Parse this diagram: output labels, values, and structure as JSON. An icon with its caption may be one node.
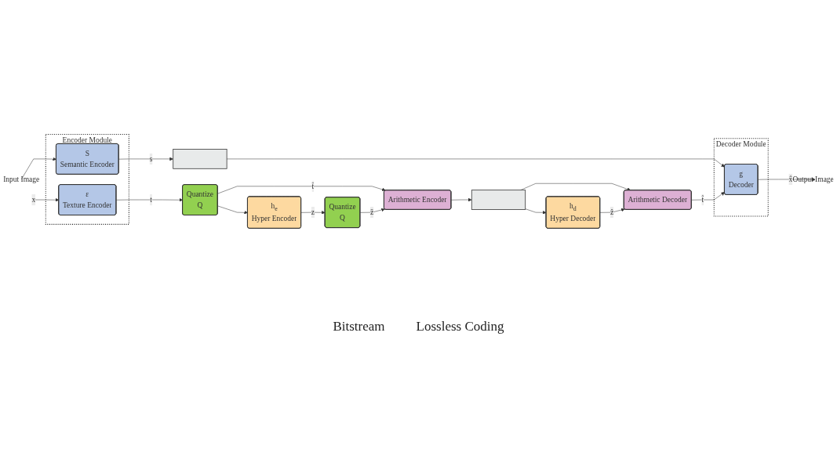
{
  "diagram": {
    "nodes": [
      {
        "text": [
          "Input Image"
        ]
      },
      {
        "text": [
          "Encoder Module"
        ]
      },
      {
        "text": [
          "ε",
          "Texture Encoder"
        ],
        "in": 1
      },
      {
        "text": [
          "S",
          "Semantic Encoder"
        ],
        "in": 1
      },
      {
        "text": [
          "Quantize",
          "Q"
        ]
      },
      {
        "text": [
          "h$_{e}$",
          "Hyper Encoder"
        ]
      },
      {
        "text": [
          "Quantize",
          "Q"
        ]
      },
      {
        "text": [
          "Arithmetic Encoder"
        ]
      },
      {
        "text": [],
        "shape": "bar"
      },
      {
        "text": [],
        "shape": "bar"
      },
      {
        "text": [
          "h$_{d}$",
          "Hyper Decoder"
        ]
      },
      {
        "text": [
          "Arithmetic Decoder"
        ]
      },
      {
        "text": [
          "Decoder Module"
        ]
      },
      {
        "text": [
          "g",
          "Decoder"
        ],
        "in": 12
      },
      {
        "text": [
          "Output Image"
        ]
      }
    ],
    "edges": [
      {
        "from": 0,
        "to": 2,
        "arrow": "to",
        "label": "x"
      },
      {
        "from": 0,
        "to": 3,
        "arrow": "to"
      },
      {
        "from": 2,
        "to": 4,
        "arrow": "to",
        "label": "t"
      },
      {
        "from": 4,
        "to": 5,
        "arrow": "to"
      },
      {
        "from": 4,
        "to": 7,
        "arrow": "to",
        "label": "t̄"
      },
      {
        "from": 5,
        "to": 6,
        "arrow": "to",
        "label": "z"
      },
      {
        "from": 6,
        "to": 7,
        "arrow": "to",
        "label": "z̄"
      },
      {
        "from": 3,
        "to": 8,
        "arrow": "to",
        "label": "s"
      },
      {
        "from": 7,
        "to": 9,
        "arrow": "to"
      },
      {
        "from": 9,
        "to": 10,
        "arrow": "to"
      },
      {
        "from": 9,
        "to": 11,
        "arrow": "to"
      },
      {
        "from": 10,
        "to": 11,
        "arrow": "to",
        "label": "ẑ"
      },
      {
        "from": 8,
        "to": 13,
        "arrow": "to"
      },
      {
        "from": 11,
        "to": 13,
        "arrow": "to",
        "label": "t̂"
      },
      {
        "from": 13,
        "to": 14,
        "arrow": "to",
        "label": "x̂"
      }
    ],
    "labels": [
      "Bitstream",
      "Lossless Coding"
    ]
  }
}
